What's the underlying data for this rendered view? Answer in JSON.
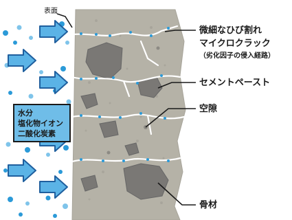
{
  "labels": {
    "surface": "表面",
    "crack_line1": "微細なひび割れ",
    "crack_line2": "マイクロクラック",
    "crack_line3": "（劣化因子の侵入経路）",
    "cement": "セメントペースト",
    "void": "空隙",
    "aggregate": "骨材"
  },
  "factors_box": {
    "lines": [
      "水分",
      "塩化物イオン",
      "二酸化炭素"
    ]
  },
  "colors": {
    "paste": "#b5b2a7",
    "paste_speckle": "#9f9c92",
    "aggregate": "#7a7875",
    "aggregate_edge": "#606060",
    "crack": "#ffffff",
    "droplet_blue": "#2b9ad8",
    "droplet_light": "#7fc4ea",
    "arrow_fill": "#5bb3e6",
    "arrow_stroke": "#1f5f9e",
    "box_fill": "#6fbde8",
    "box_stroke": "#1a1a1a",
    "leader": "#1a1a1a"
  }
}
